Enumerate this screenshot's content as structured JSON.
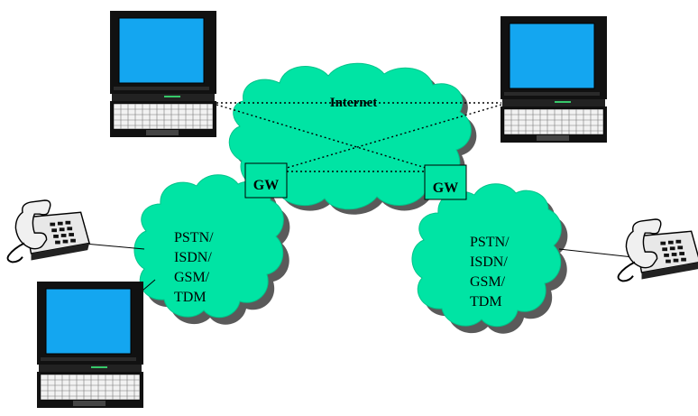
{
  "internet": {
    "label": "Internet"
  },
  "gateways": [
    {
      "label": "GW"
    },
    {
      "label": "GW"
    }
  ],
  "networks": [
    {
      "lines": [
        "PSTN/",
        "ISDN/",
        "GSM/",
        "TDM"
      ]
    },
    {
      "lines": [
        "PSTN/",
        "ISDN/",
        "GSM/",
        "TDM"
      ]
    }
  ],
  "colors": {
    "cloud": "#00E4A4",
    "cloud_shadow": "#5a5a5a",
    "screen": "#14A6F0",
    "laptop_body": "#111111",
    "keyboard": "#f2f2f2"
  }
}
